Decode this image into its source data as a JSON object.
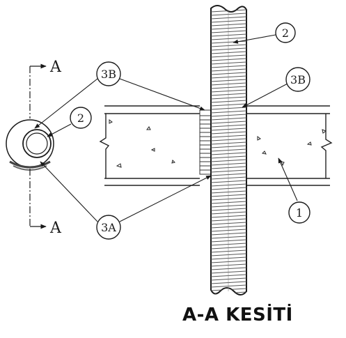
{
  "section_markers": {
    "top": "A",
    "bottom": "A"
  },
  "callouts": {
    "pipe": "2",
    "pipe_small": "2",
    "seal_top_left": "3B",
    "seal_top_right": "3B",
    "seal_bottom": "3A",
    "slab": "1"
  },
  "caption": "A-A KESİTİ"
}
